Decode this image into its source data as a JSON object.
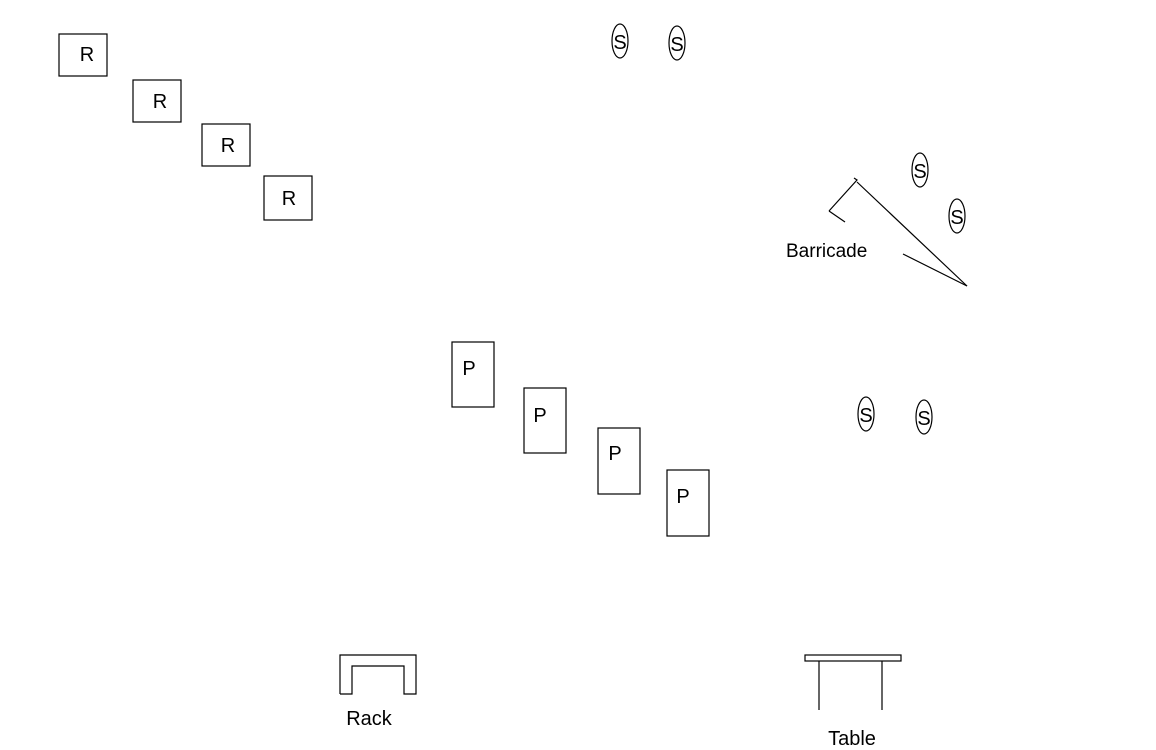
{
  "diagram": {
    "marker_labels": {
      "r": "R",
      "p": "P",
      "s": "S"
    },
    "labels": {
      "barricade": "Barricade",
      "rack": "Rack",
      "table": "Table"
    },
    "colors": {
      "ink": "#000000",
      "background": "#ffffff"
    }
  }
}
